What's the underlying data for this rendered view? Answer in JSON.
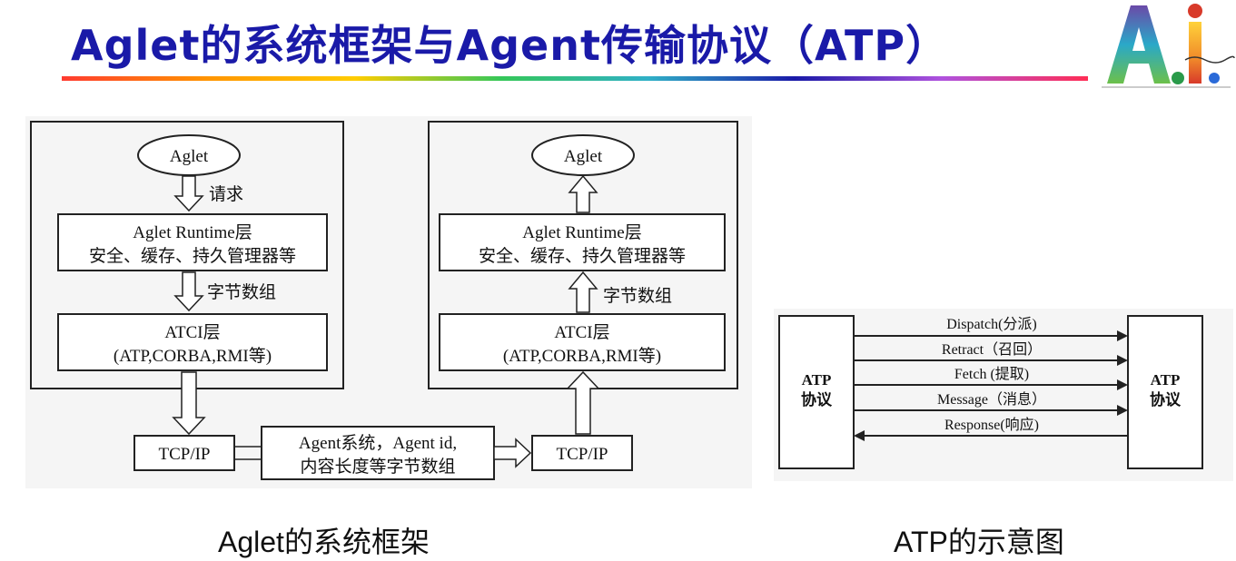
{
  "title": "Aglet的系统框架与Agent传输协议（ATP）",
  "logo": {
    "text": "A.I.",
    "icon": "ai-logo-icon"
  },
  "left_diagram": {
    "left_stack": {
      "aglet": "Aglet",
      "request": "请求",
      "runtime_line1": "Aglet Runtime层",
      "runtime_line2": "安全、缓存、持久管理器等",
      "bytes": "字节数组",
      "atci_line1": "ATCI层",
      "atci_line2": "(ATP,CORBA,RMI等)"
    },
    "right_stack": {
      "aglet": "Aglet",
      "runtime_line1": "Aglet Runtime层",
      "runtime_line2": "安全、缓存、持久管理器等",
      "bytes": "字节数组",
      "atci_line1": "ATCI层",
      "atci_line2": "(ATP,CORBA,RMI等)"
    },
    "tcp_left": "TCP/IP",
    "tcp_right": "TCP/IP",
    "middle_line1": "Agent系统，Agent id,",
    "middle_line2": "内容长度等字节数组",
    "caption": "Aglet的系统框架"
  },
  "atp_diagram": {
    "left_box_line1": "ATP",
    "left_box_line2": "协议",
    "right_box_line1": "ATP",
    "right_box_line2": "协议",
    "messages": [
      "Dispatch(分派)",
      "Retract（召回）",
      "Fetch (提取)",
      "Message（消息）",
      "Response(响应)"
    ],
    "caption": "ATP的示意图"
  }
}
